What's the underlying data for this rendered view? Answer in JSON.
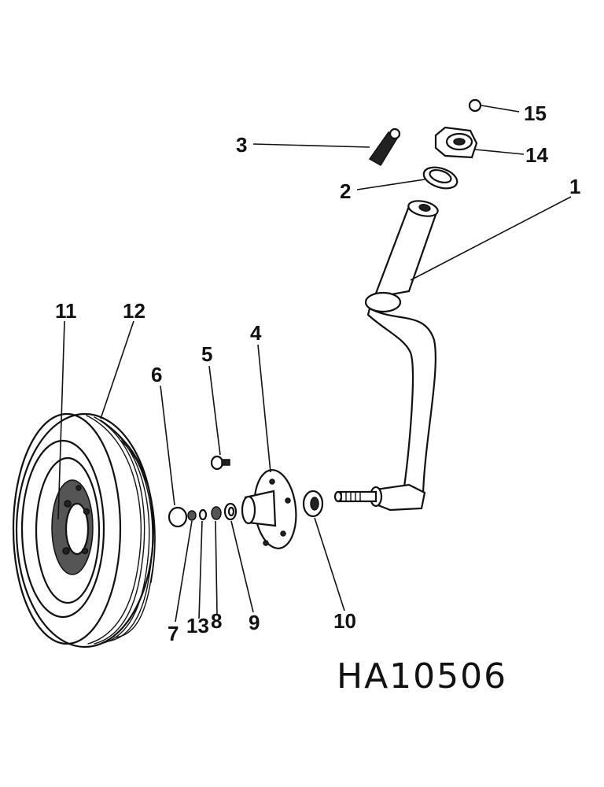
{
  "drawing_number": "HA10506",
  "callouts": [
    {
      "id": "1",
      "label": "1"
    },
    {
      "id": "2",
      "label": "2"
    },
    {
      "id": "3",
      "label": "3"
    },
    {
      "id": "4",
      "label": "4"
    },
    {
      "id": "5",
      "label": "5"
    },
    {
      "id": "6",
      "label": "6"
    },
    {
      "id": "7",
      "label": "7"
    },
    {
      "id": "8",
      "label": "8"
    },
    {
      "id": "9",
      "label": "9"
    },
    {
      "id": "10",
      "label": "10"
    },
    {
      "id": "11",
      "label": "11"
    },
    {
      "id": "12",
      "label": "12"
    },
    {
      "id": "13",
      "label": "13"
    },
    {
      "id": "14",
      "label": "14"
    },
    {
      "id": "15",
      "label": "15"
    }
  ],
  "colors": {
    "ink": "#111111",
    "background": "#ffffff"
  }
}
